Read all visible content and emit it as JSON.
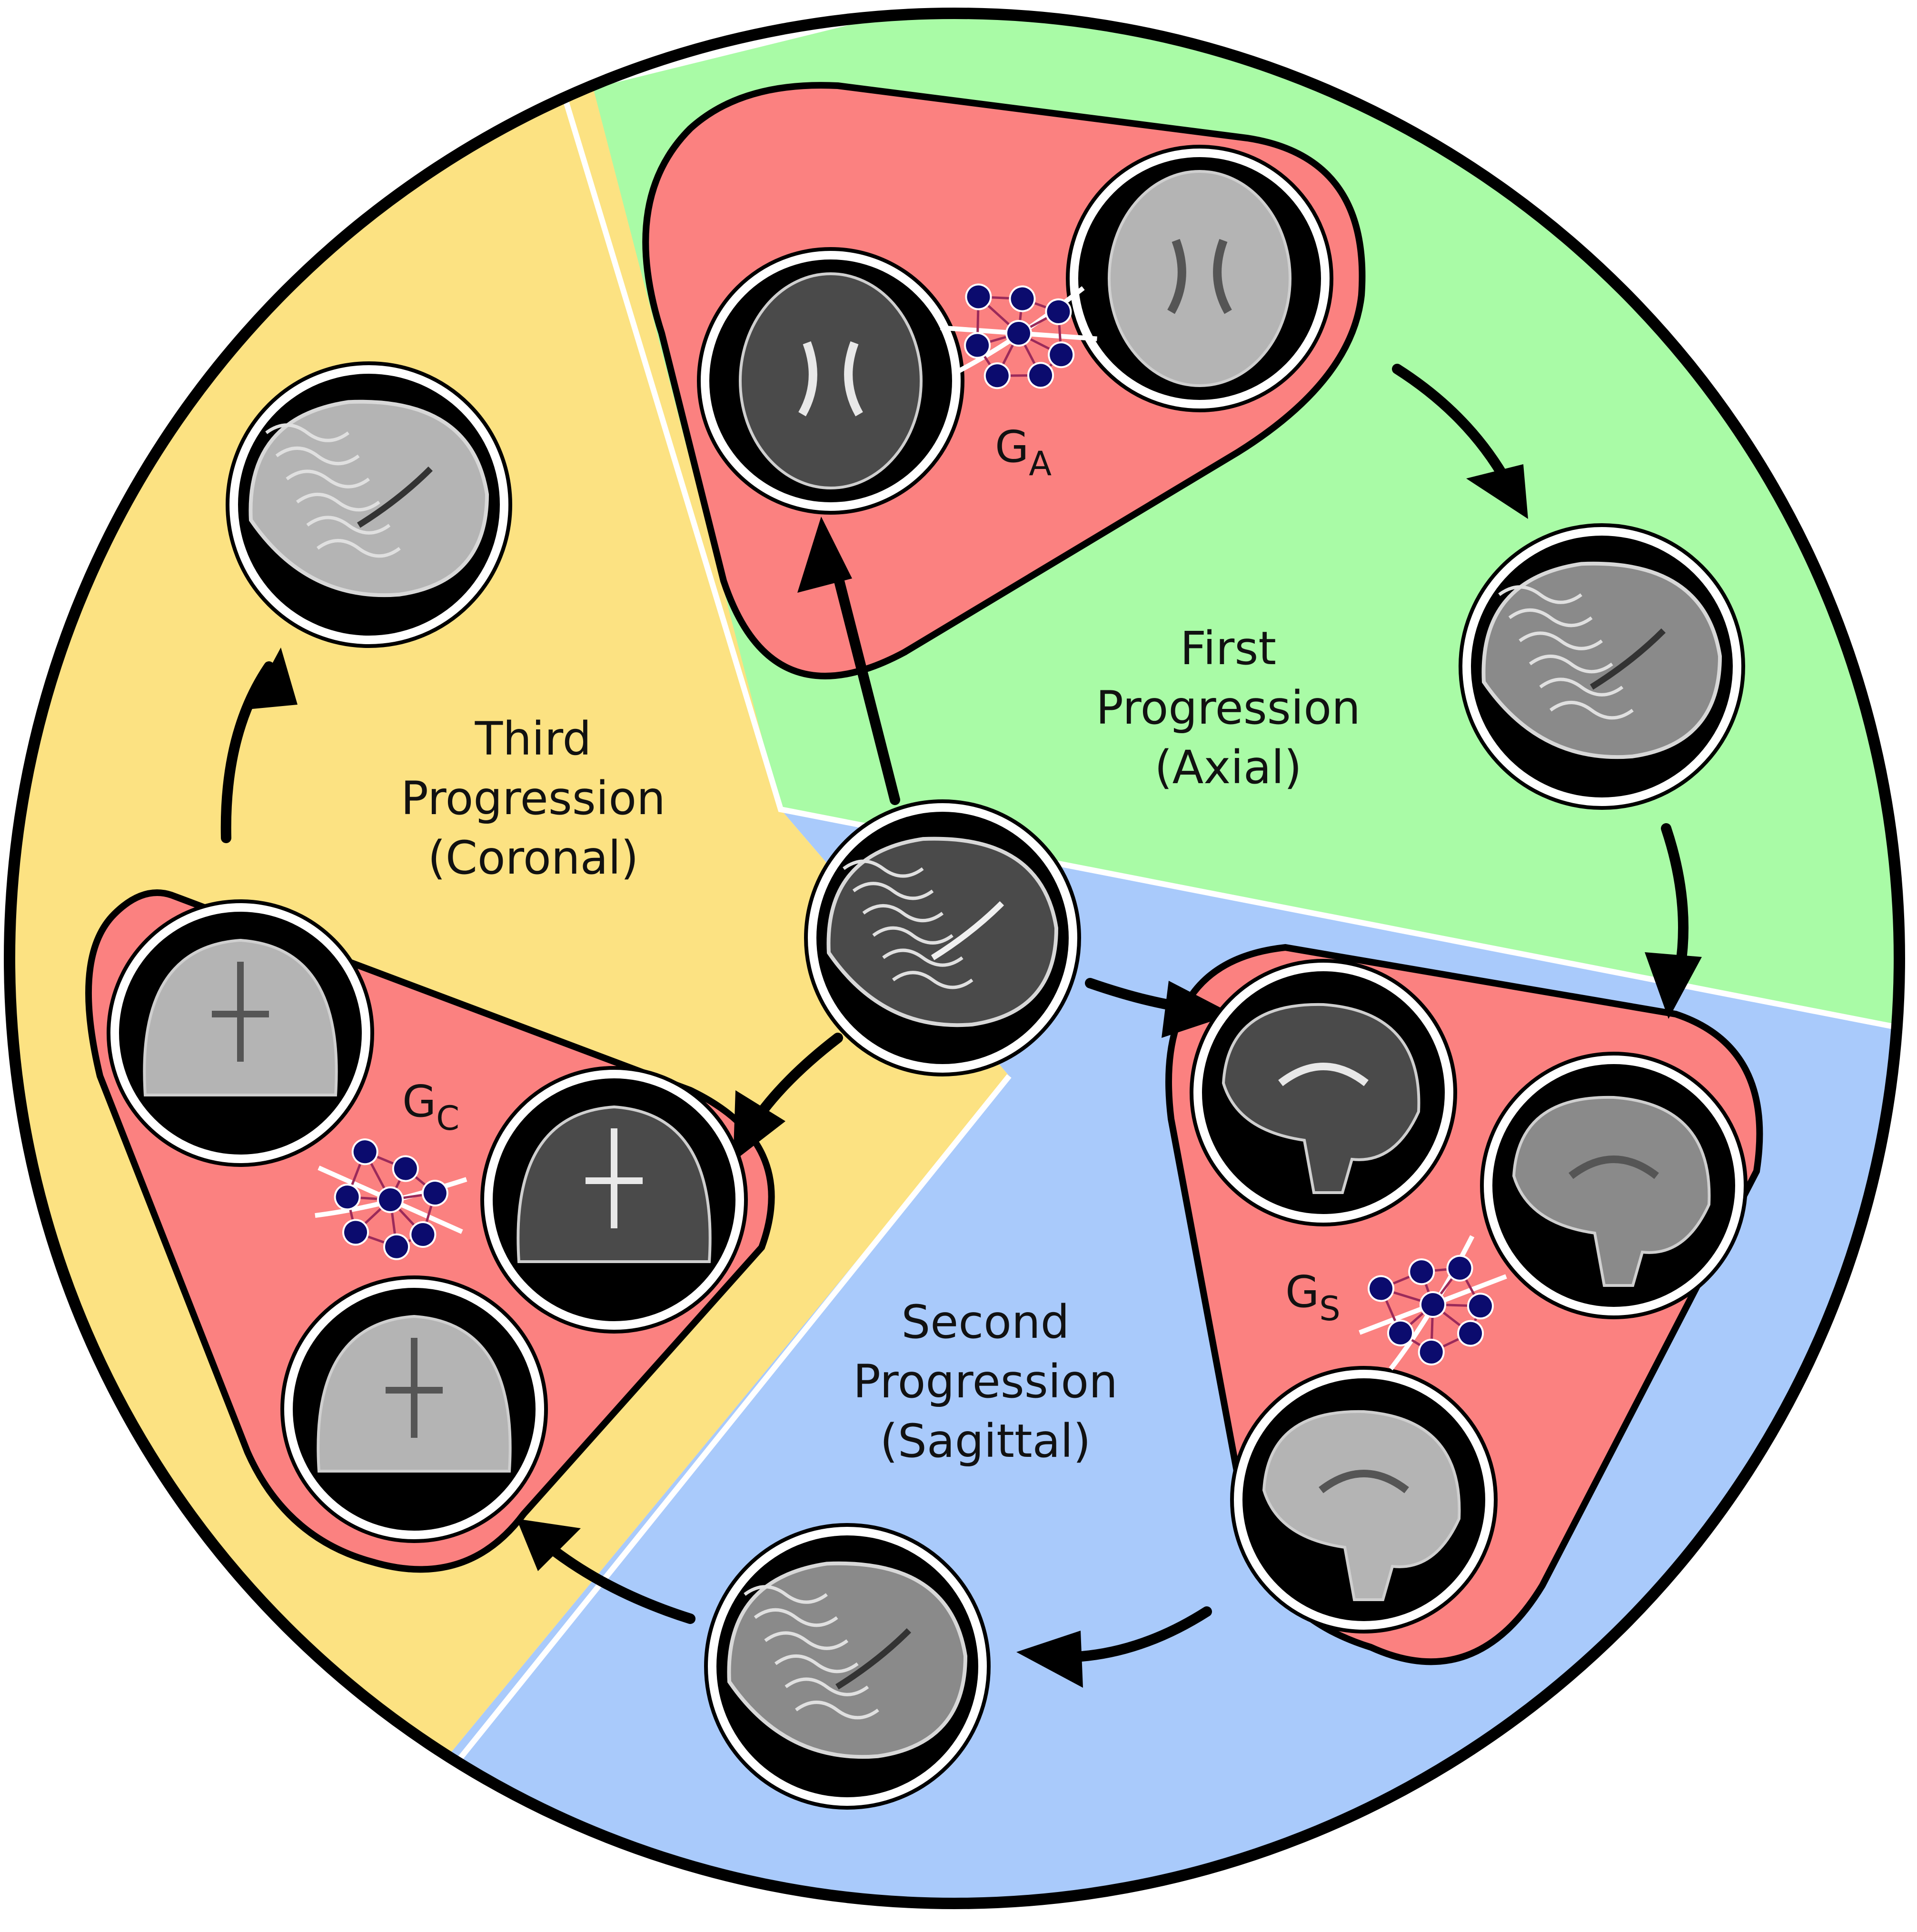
{
  "colors": {
    "axial_sector": "#a9fba6",
    "sagittal_sector": "#a9cafb",
    "coronal_sector": "#fce282",
    "generator_panel": "#fb8180",
    "node": "#0b0b6e",
    "outline": "#000000"
  },
  "sectors": {
    "axial": {
      "line1": "First",
      "line2": "Progression",
      "line3": "(Axial)"
    },
    "sagittal": {
      "line1": "Second",
      "line2": "Progression",
      "line3": "(Sagittal)"
    },
    "coronal": {
      "line1": "Third",
      "line2": "Progression",
      "line3": "(Coronal)"
    }
  },
  "generators": {
    "axial": {
      "main": "G",
      "sub": "A",
      "icon": "neural-network-icon"
    },
    "sagittal": {
      "main": "G",
      "sub": "S",
      "icon": "neural-network-icon"
    },
    "coronal": {
      "main": "G",
      "sub": "C",
      "icon": "neural-network-icon"
    }
  },
  "images": {
    "center": "brain-3d-t2-icon",
    "axial_input": "axial-t2-slice-icon",
    "axial_output": "axial-t1-slice-icon",
    "after_axial": "brain-3d-mixed-icon",
    "sagittal_input": "sagittal-t2-slice-icon",
    "sagittal_partial": "sagittal-partial-slice-icon",
    "sagittal_output": "sagittal-t1-slice-icon",
    "after_sagittal": "brain-3d-partial-icon",
    "coronal_input": "coronal-t2-slice-icon",
    "coronal_top": "coronal-t1-slice-icon",
    "coronal_output": "coronal-t1-slice-icon",
    "final": "brain-3d-t1-icon"
  }
}
